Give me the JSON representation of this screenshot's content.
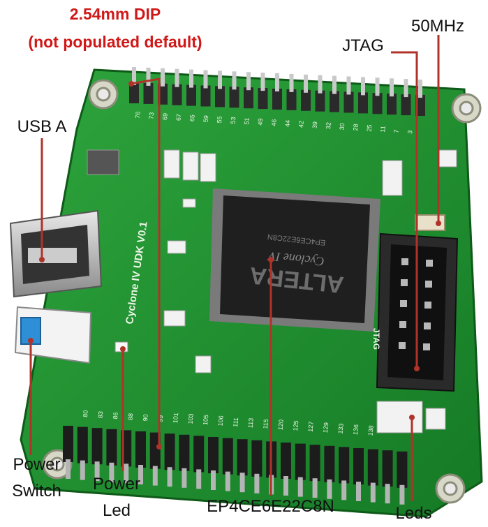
{
  "annotations": {
    "dip_line1": "2.54mm DIP",
    "dip_line2": "(not populated  default)",
    "jtag": "JTAG",
    "clock": "50MHz",
    "usb": "USB A",
    "power_switch_line1": "Power",
    "power_switch_line2": "Switch",
    "power_led_line1": "Power",
    "power_led_line2": "Led",
    "fpga_part": "EP4CE6E22C8N",
    "leds": "Leds"
  },
  "board": {
    "silkscreen_title": "Cyclone IV  UDK V0.1",
    "chip_brand": "ALTERA",
    "chip_family": "Cyclone IV",
    "chip_marking": "EP4CE6E22C8N",
    "jtag_silk": "JTAG",
    "top_pin_numbers": [
      "76",
      "73",
      "69",
      "67",
      "65",
      "59",
      "55",
      "53",
      "51",
      "49",
      "46",
      "44",
      "42",
      "39",
      "32",
      "30",
      "28",
      "25",
      "11",
      "7",
      "3"
    ],
    "bottom_pin_numbers": [
      "80",
      "83",
      "86",
      "88",
      "90",
      "99",
      "101",
      "103",
      "105",
      "106",
      "111",
      "113",
      "115",
      "120",
      "125",
      "127",
      "129",
      "133",
      "136",
      "138"
    ]
  },
  "colors": {
    "pcb": "#1f8a2e",
    "pcb_dark": "#106a1c",
    "annotation_red": "#d01818",
    "leader_line": "#b0332a"
  }
}
